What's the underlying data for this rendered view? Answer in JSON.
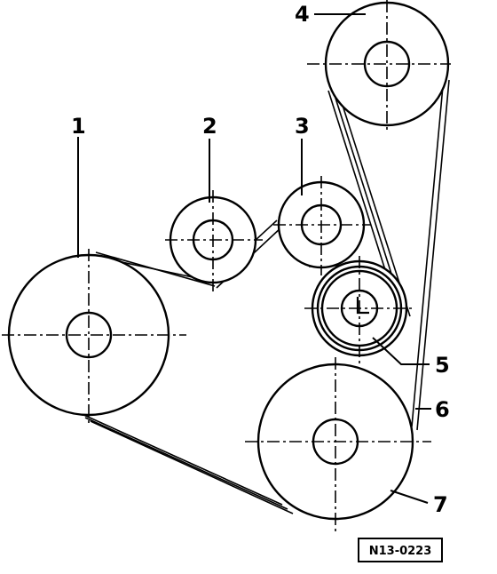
{
  "diagram": {
    "labels": {
      "p1": "1",
      "p2": "2",
      "p3": "3",
      "p4": "4",
      "p5": "5",
      "p6": "6",
      "p7": "7"
    },
    "reference_code": "N13-0223",
    "colors": {
      "line": "#000000",
      "background": "#ffffff"
    }
  }
}
